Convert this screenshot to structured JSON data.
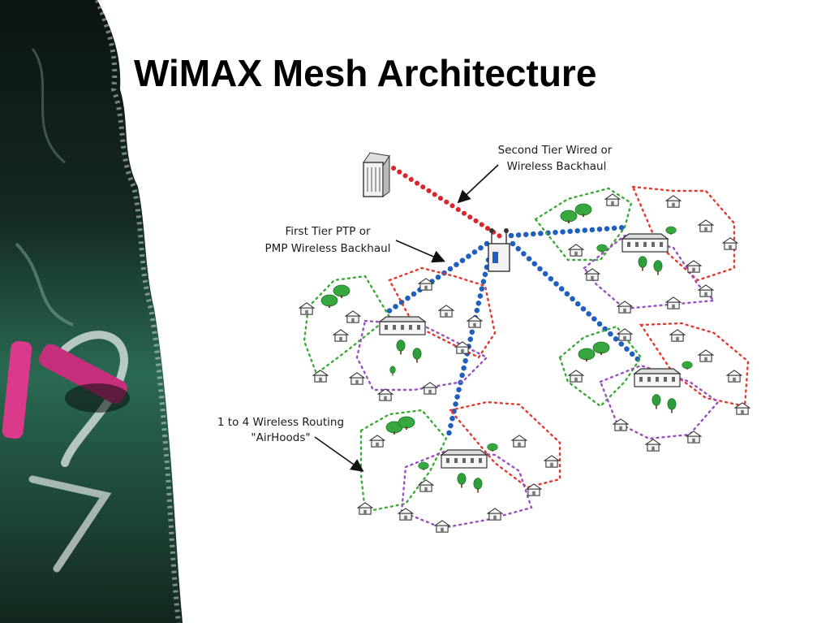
{
  "slide": {
    "title": "WiMAX Mesh Architecture"
  },
  "diagram": {
    "labels": {
      "second_tier_line1": "Second Tier Wired or",
      "second_tier_line2": "Wireless Backhaul",
      "first_tier_line1": "First Tier PTP or",
      "first_tier_line2": "PMP Wireless Backhaul",
      "airhoods_line1": "1 to 4 Wireless Routing",
      "airhoods_line2": "\"AirHoods\""
    },
    "colors": {
      "second_tier_link": "#d9262b",
      "first_tier_link": "#1f5fbf",
      "green_mesh": "#3aaa35",
      "red_mesh": "#e03a2f",
      "purple_mesh": "#9a4fbf",
      "tree": "#2e9e3a",
      "chalkboard": "#1e4a3a"
    },
    "nodes": [
      "headquarters-building-icon",
      "base-station-tower-icon",
      "house-icon",
      "tree-icon",
      "apartment-block-icon"
    ]
  }
}
